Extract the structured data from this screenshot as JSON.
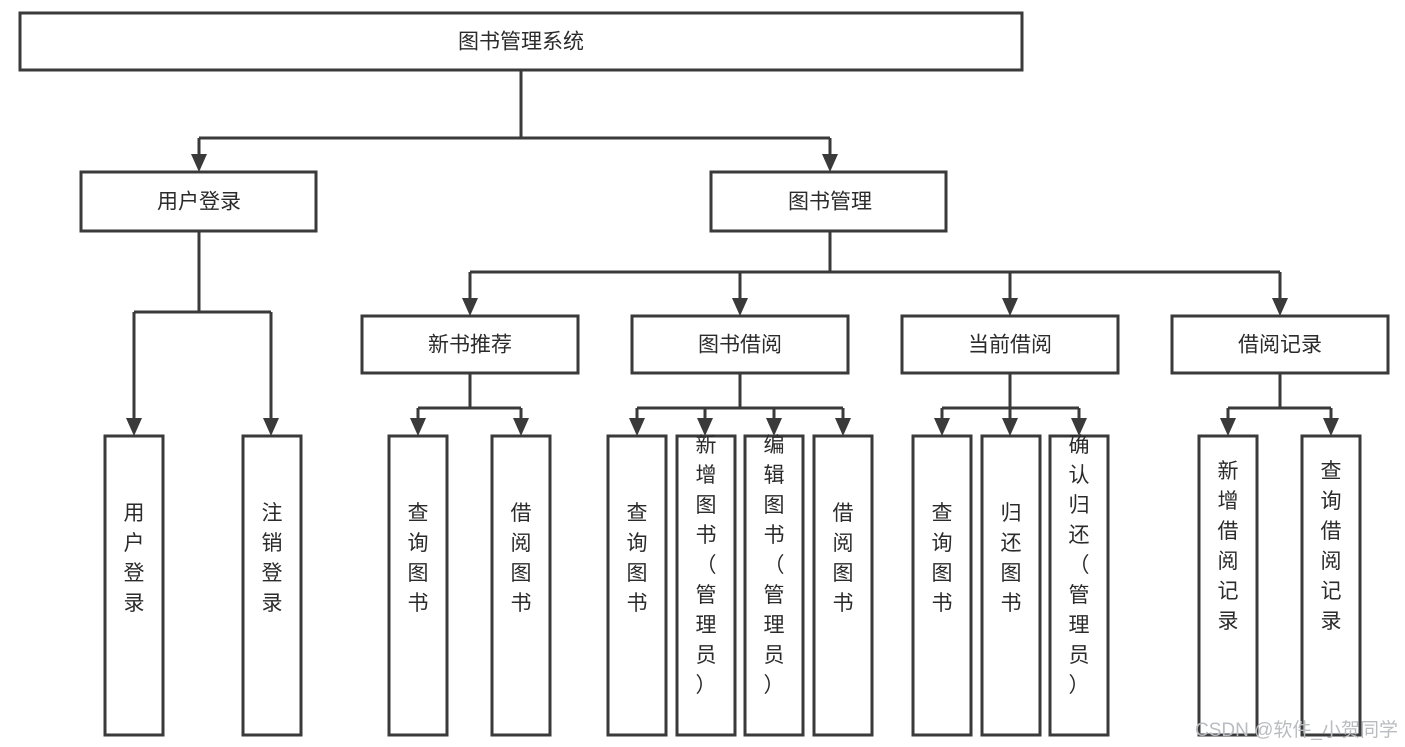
{
  "diagram": {
    "type": "tree-hierarchy",
    "orientation": "top-down",
    "title": "图书管理系统",
    "colors": {
      "stroke": "#3a3a3a",
      "fill": "#ffffff",
      "text": "#2b2b2b",
      "watermark": "#b9bcc0"
    },
    "nodes": {
      "root": {
        "label": "图书管理系统"
      },
      "level2": [
        {
          "label": "用户登录"
        },
        {
          "label": "图书管理"
        }
      ],
      "level3": [
        {
          "label": "新书推荐"
        },
        {
          "label": "图书借阅"
        },
        {
          "label": "当前借阅"
        },
        {
          "label": "借阅记录"
        }
      ],
      "leaves": {
        "user_login": [
          {
            "label": "用户登录"
          },
          {
            "label": "注销登录"
          }
        ],
        "new_book_recommend": [
          {
            "label": "查询图书"
          },
          {
            "label": "借阅图书"
          }
        ],
        "book_borrow": [
          {
            "label": "查询图书"
          },
          {
            "label": "新增图书（管理员）"
          },
          {
            "label": "编辑图书（管理员）"
          },
          {
            "label": "借阅图书"
          }
        ],
        "current_borrow": [
          {
            "label": "查询图书"
          },
          {
            "label": "归还图书"
          },
          {
            "label": "确认归还（管理员）"
          }
        ],
        "borrow_record": [
          {
            "label": "新增借阅记录"
          },
          {
            "label": "查询借阅记录"
          }
        ]
      }
    },
    "watermark": "CSDN @软件_小贺同学"
  }
}
